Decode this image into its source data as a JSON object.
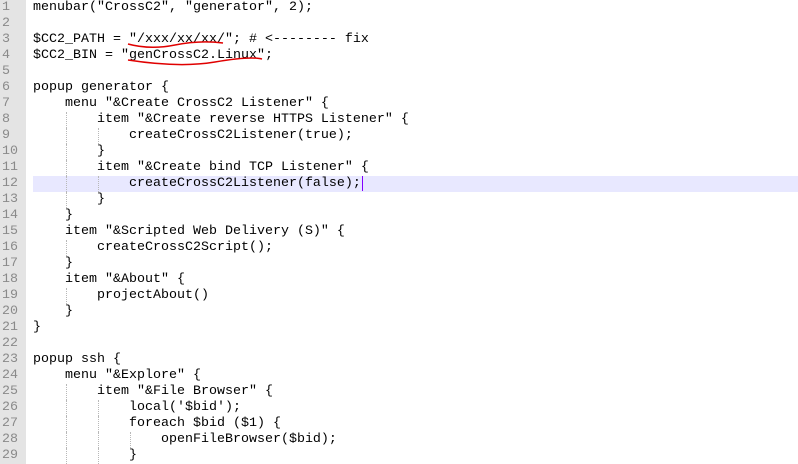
{
  "editor": {
    "current_line": 12,
    "highlight_color": "#e8e8ff",
    "annotation_color": "#e00000",
    "lines": [
      "menubar(\"CrossC2\", \"generator\", 2);",
      "",
      "$CC2_PATH = \"/xxx/xx/xx/\"; # <-------- fix",
      "$CC2_BIN = \"genCrossC2.Linux\";",
      "",
      "popup generator {",
      "    menu \"&Create CrossC2 Listener\" {",
      "        item \"&Create reverse HTTPS Listener\" {",
      "            createCrossC2Listener(true);",
      "        }",
      "        item \"&Create bind TCP Listener\" {",
      "            createCrossC2Listener(false);",
      "        }",
      "    }",
      "    item \"&Scripted Web Delivery (S)\" {",
      "        createCrossC2Script();",
      "    }",
      "    item \"&About\" {",
      "        projectAbout()",
      "    }",
      "}",
      "",
      "popup ssh {",
      "    menu \"&Explore\" {",
      "        item \"&File Browser\" {",
      "            local('$bid');",
      "            foreach $bid ($1) {",
      "                openFileBrowser($bid);",
      "            }"
    ]
  }
}
